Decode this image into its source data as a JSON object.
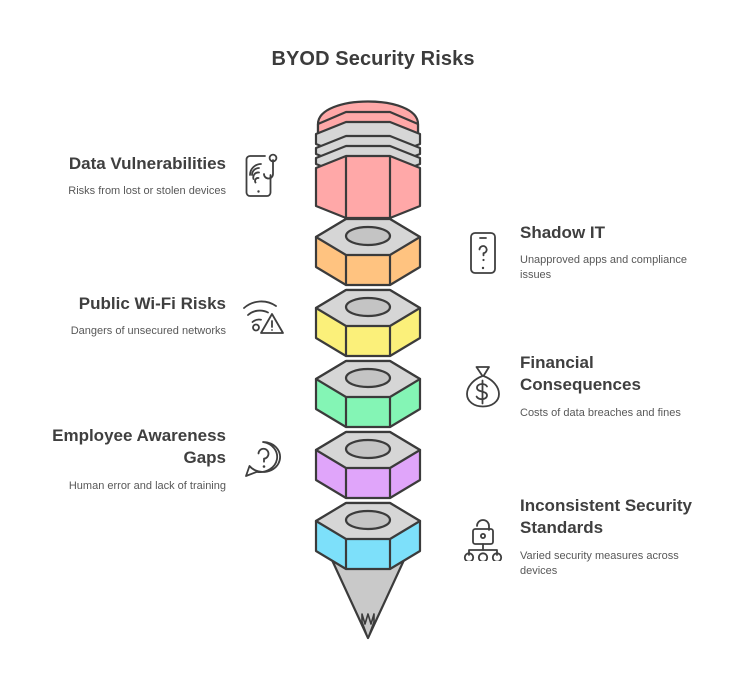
{
  "title": "BYOD Security Risks",
  "left_items": [
    {
      "label": "Data Vulnerabilities",
      "desc": "Risks from lost or stolen devices",
      "icon": "phone-fingerprint-hook-icon"
    },
    {
      "label": "Public Wi-Fi Risks",
      "desc": "Dangers of unsecured networks",
      "icon": "wifi-warning-icon"
    },
    {
      "label": "Employee Awareness Gaps",
      "desc": "Human error and lack of training",
      "icon": "question-speech-bubble-icon"
    }
  ],
  "right_items": [
    {
      "label": "Shadow IT",
      "desc": "Unapproved apps and compliance issues",
      "icon": "phone-question-icon"
    },
    {
      "label": "Financial Consequences",
      "desc": "Costs of data breaches and fines",
      "icon": "money-bag-icon"
    },
    {
      "label": "Inconsistent Security Standards",
      "desc": "Varied security measures across devices",
      "icon": "lock-hierarchy-icon"
    }
  ],
  "funnel": {
    "outline_color": "#3b3b3b",
    "top_face_color": "#d6d6d6",
    "hole_color": "#c4c4c4",
    "cone_color": "#c9c9c9",
    "segments": [
      {
        "name": "segment-pink",
        "color": "#ffa8a8"
      },
      {
        "name": "segment-orange",
        "color": "#ffc380"
      },
      {
        "name": "segment-yellow",
        "color": "#fbf07a"
      },
      {
        "name": "segment-green",
        "color": "#84f5b5"
      },
      {
        "name": "segment-purple",
        "color": "#e0a5fa"
      },
      {
        "name": "segment-cyan",
        "color": "#7de0fa"
      }
    ]
  }
}
